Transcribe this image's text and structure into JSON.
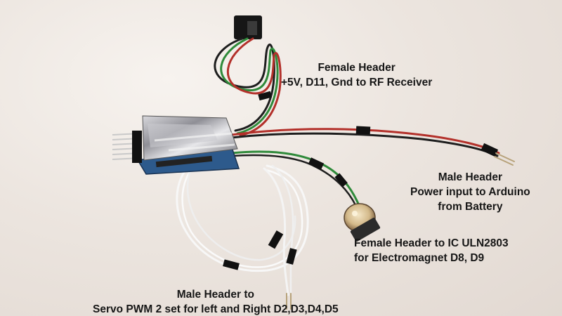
{
  "annotations": {
    "rf_receiver": {
      "line1": "Female Header",
      "line2": "+5V, D11, Gnd to RF Receiver"
    },
    "power_input": {
      "line1": "Male Header",
      "line2": "Power input to Arduino",
      "line3": "from Battery"
    },
    "electromagnet": {
      "line1": "Female Header to IC ULN2803",
      "line2": "for Electromagnet D8, D9"
    },
    "servo": {
      "line1": "Male Header to",
      "line2": "Servo PWM 2 set for left and Right D2,D3,D4,D5"
    }
  },
  "colors": {
    "background": "#ece5df",
    "caption_text": "#161616",
    "wire_red": "#b3302a",
    "wire_black": "#1e1e1e",
    "wire_green": "#2f8a3a",
    "wire_white": "#f7f7f7",
    "board_blue": "#2d5a8c"
  }
}
